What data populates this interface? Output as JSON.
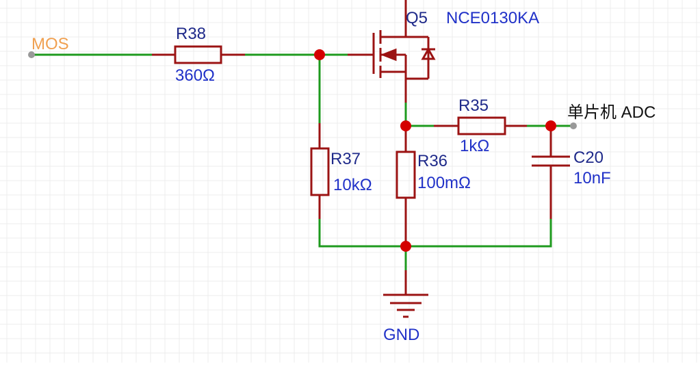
{
  "colors": {
    "background": "#ffffff",
    "grid": "#ececec",
    "wire": "#1e9a1e",
    "component": "#9b1313",
    "junction": "#d40000",
    "pin": "#999999",
    "designator": "#1f2a8a",
    "value": "#2031c8",
    "net_label_mos": "#f0a050",
    "port_label": "#111111"
  },
  "components": {
    "q5": {
      "designator": "Q5",
      "part": "NCE0130KA"
    },
    "r38": {
      "designator": "R38",
      "value": "360Ω"
    },
    "r37": {
      "designator": "R37",
      "value": "10kΩ"
    },
    "r36": {
      "designator": "R36",
      "value": "100mΩ"
    },
    "r35": {
      "designator": "R35",
      "value": "1kΩ"
    },
    "c20": {
      "designator": "C20",
      "value": "10nF"
    }
  },
  "ports": {
    "mos": "MOS",
    "adc": "单片机 ADC",
    "gnd": "GND"
  }
}
